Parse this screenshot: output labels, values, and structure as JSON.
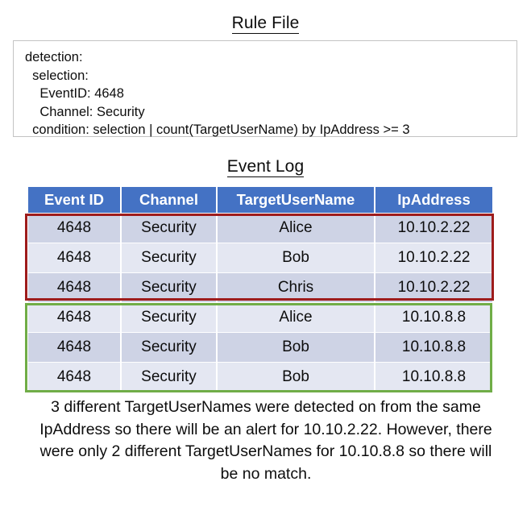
{
  "rule_file": {
    "title": "Rule File",
    "code": "detection:\n  selection:\n    EventID: 4648\n    Channel: Security\n  condition: selection | count(TargetUserName) by IpAddress >= 3"
  },
  "event_log": {
    "title": "Event Log",
    "columns": [
      "Event ID",
      "Channel",
      "TargetUserName",
      "IpAddress"
    ],
    "rows": [
      [
        "4648",
        "Security",
        "Alice",
        "10.10.2.22"
      ],
      [
        "4648",
        "Security",
        "Bob",
        "10.10.2.22"
      ],
      [
        "4648",
        "Security",
        "Chris",
        "10.10.2.22"
      ],
      [
        "4648",
        "Security",
        "Alice",
        "10.10.8.8"
      ],
      [
        "4648",
        "Security",
        "Bob",
        "10.10.8.8"
      ],
      [
        "4648",
        "Security",
        "Bob",
        "10.10.8.8"
      ]
    ],
    "highlights": {
      "alert_box_color": "#9E1C1C",
      "nomatch_box_color": "#70AD47",
      "alert_rows": [
        0,
        1,
        2
      ],
      "nomatch_rows": [
        3,
        4,
        5
      ]
    },
    "header_color": "#4472C4",
    "row_shade_dark": "#CED3E5",
    "row_shade_light": "#E4E7F2"
  },
  "caption": {
    "text": "3 different TargetUserNames were detected on from the same IpAddress so there will be an alert for 10.10.2.22. However, there were only 2 different TargetUserNames for 10.10.8.8 so there will be no match."
  }
}
